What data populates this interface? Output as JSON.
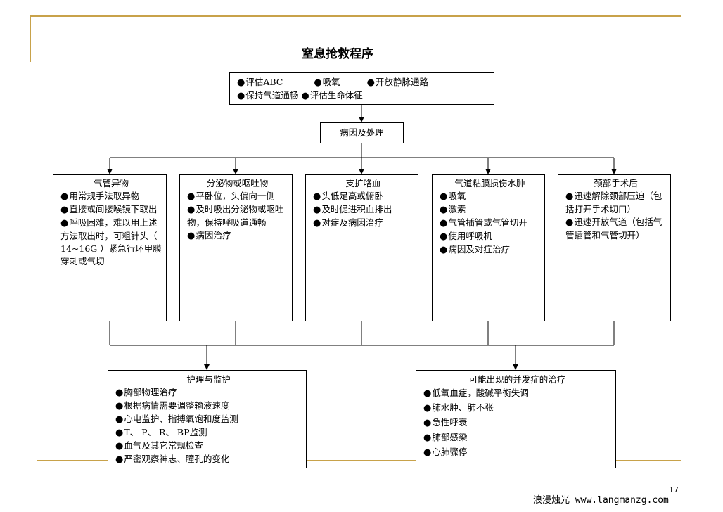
{
  "title": "窒息抢救程序",
  "top_box": {
    "row1": [
      "评估ABC",
      "吸氧",
      "开放静脉通路"
    ],
    "row2": [
      "保持气道通畅",
      "评估生命体征"
    ]
  },
  "middle_box": "病因及处理",
  "causes": [
    {
      "title": "气管异物",
      "items": [
        "用常规手法取异物",
        "直接或间接喉镜下取出",
        "呼吸困难，难以用上述方法取出时，可粗针头（ 14~16G ）紧急行环甲膜穿刺或气切"
      ]
    },
    {
      "title": "分泌物或呕吐物",
      "items": [
        "平卧位，头偏向一侧",
        "及时吸出分泌物或呕吐物，保持呼吸道通畅",
        "病因治疗"
      ]
    },
    {
      "title": "支扩咯血",
      "items": [
        "头低足高或俯卧",
        "及时促进积血排出",
        "对症及病因治疗"
      ]
    },
    {
      "title": "气道粘膜损伤水肿",
      "items": [
        "吸氧",
        "激素",
        "气管插管或气管切开",
        "使用呼吸机",
        "病因及对症治疗"
      ]
    },
    {
      "title": "颈部手术后",
      "items": [
        "迅速解除颈部压迫（包括打开手术切口）",
        "迅速开放气道（包括气管插管和气管切开）"
      ]
    }
  ],
  "bottom_left": {
    "title": "护理与监护",
    "items": [
      "胸部物理治疗",
      "根据病情需要调整输液速度",
      "心电监护、指搏氧饱和度监测",
      "T、 P、 R、 BP监测",
      "血气及其它常规检查",
      "严密观察神志、瞳孔的变化"
    ]
  },
  "bottom_right": {
    "title": "可能出现的并发症的治疗",
    "items": [
      "低氧血症，酸碱平衡失调",
      "肺水肿、肺不张",
      "急性呼衰",
      "肺部感染",
      "心肺骤停"
    ]
  },
  "page_number": "17",
  "footer": "浪漫烛光 www.langmanzg.com",
  "colors": {
    "accent": "#c8a24a",
    "line": "#000000"
  }
}
